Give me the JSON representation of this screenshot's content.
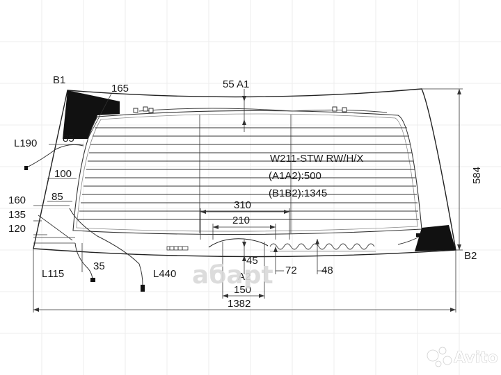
{
  "diagram": {
    "labels": {
      "b1": "B1",
      "d165": "165",
      "a1": "55 A1",
      "l190": "L190",
      "d85a": "85",
      "d100": "100",
      "d160": "160",
      "d85b": "85",
      "d135": "135",
      "d120": "120",
      "model": "W211-STW RW/H/X",
      "a1a2": "(A1A2):500",
      "b1b2": "(B1B2):1345",
      "d310": "310",
      "d210": "210",
      "d584": "584",
      "b2": "B2",
      "l115": "L115",
      "d35": "35",
      "l440": "L440",
      "d45": "45",
      "d72": "72",
      "d48": "48",
      "a2": "A2",
      "d150": "150",
      "d1382": "1382"
    },
    "watermark": {
      "logo_text": "aбapt",
      "brand": "Avito"
    }
  }
}
